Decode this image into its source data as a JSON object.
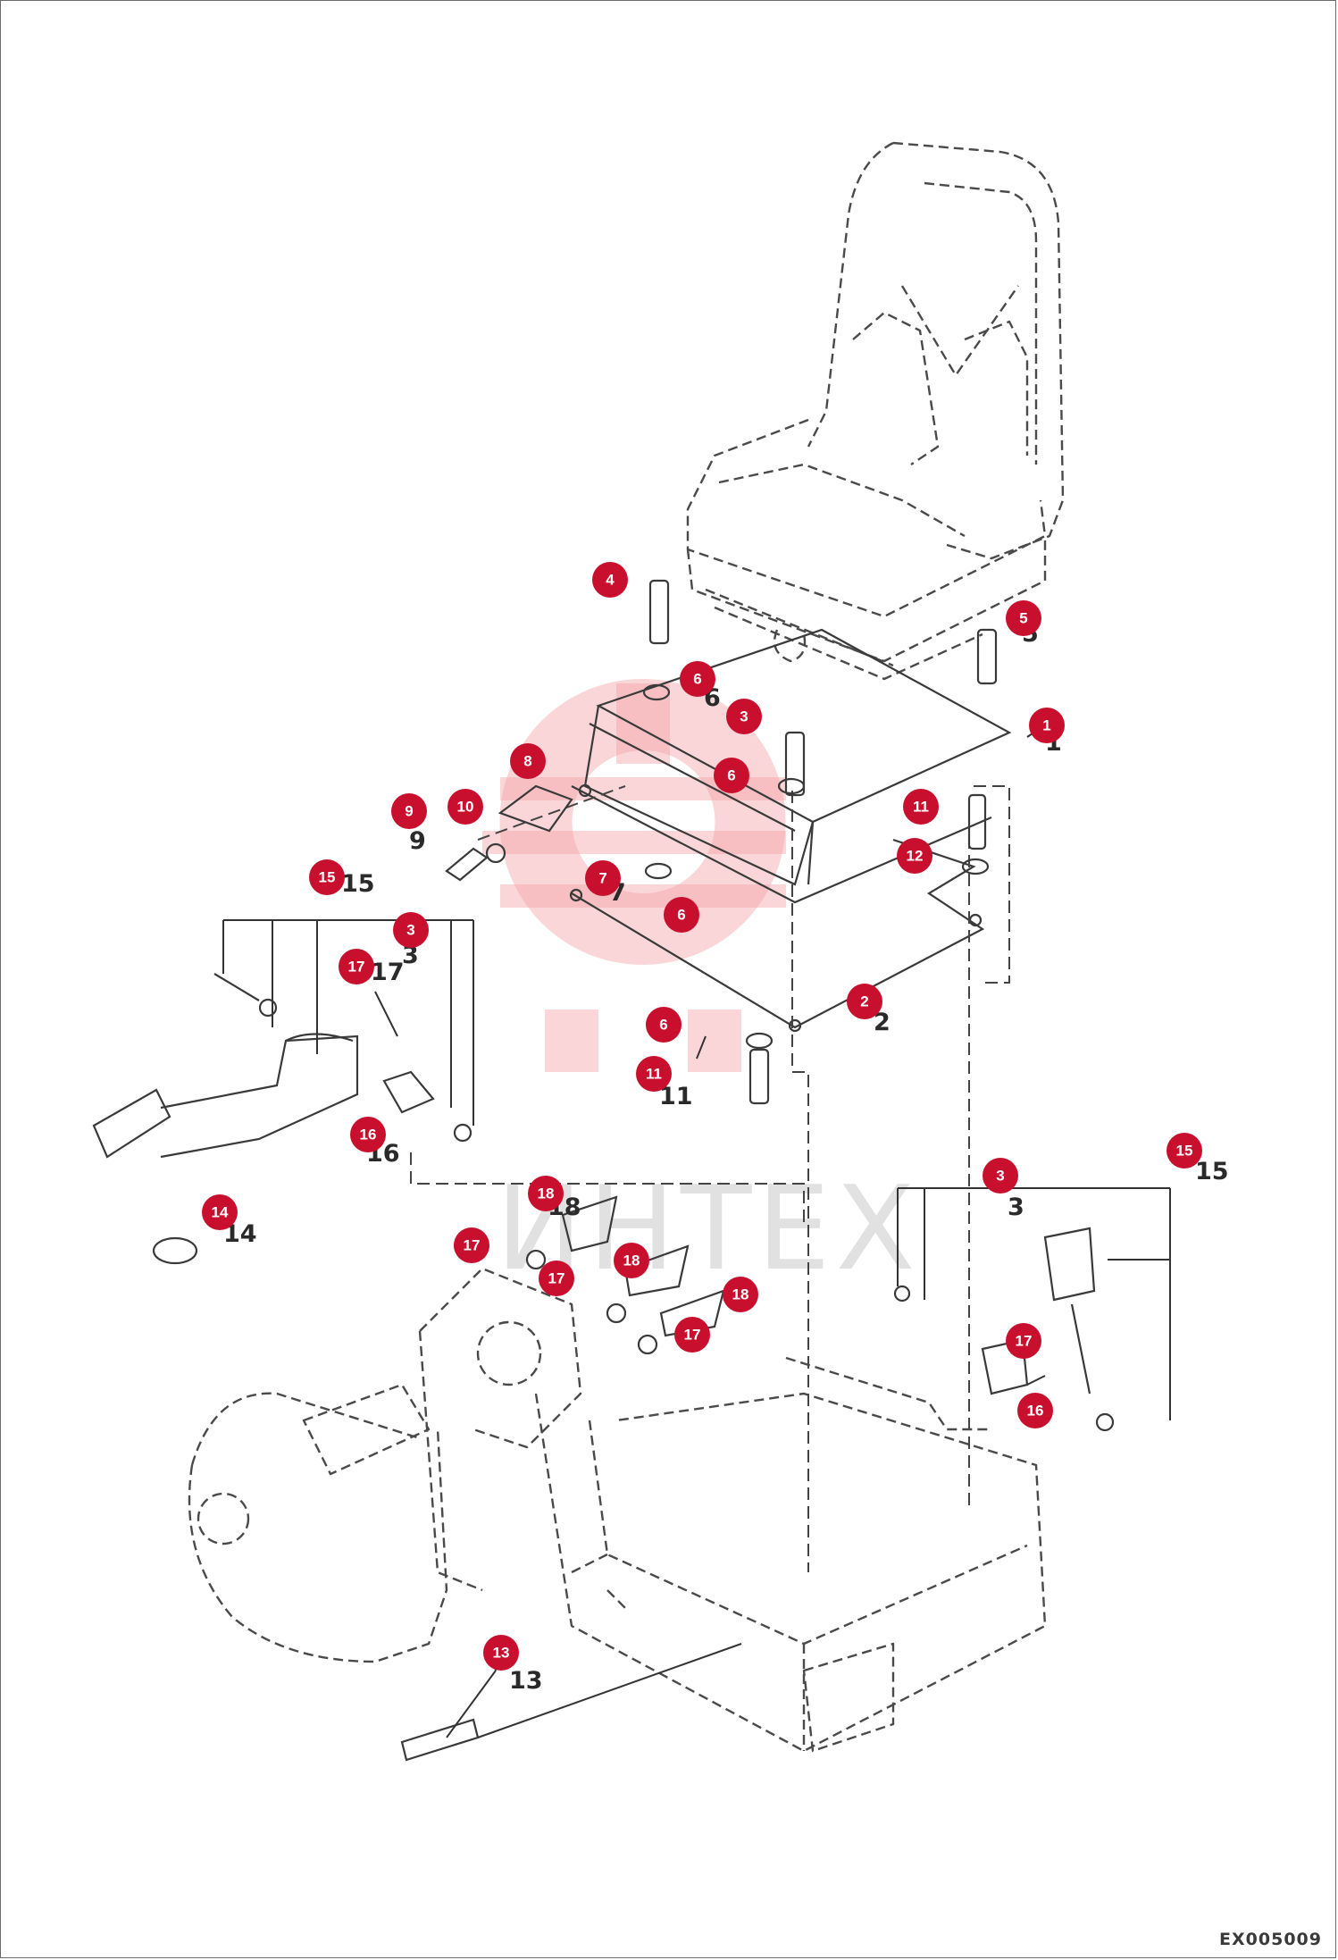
{
  "watermark_text": "ИНТЕХ",
  "diagram_code": "EX005009",
  "callout_color": "#c8102e",
  "callouts": [
    "1",
    "2",
    "3",
    "4",
    "5",
    "6",
    "7",
    "8",
    "9",
    "10",
    "11",
    "12",
    "13",
    "14",
    "15",
    "16",
    "17",
    "18"
  ],
  "plain_labels": [
    "1",
    "2",
    "3",
    "5",
    "6",
    "7",
    "9",
    "11",
    "13",
    "14",
    "15",
    "16",
    "17",
    "18"
  ]
}
